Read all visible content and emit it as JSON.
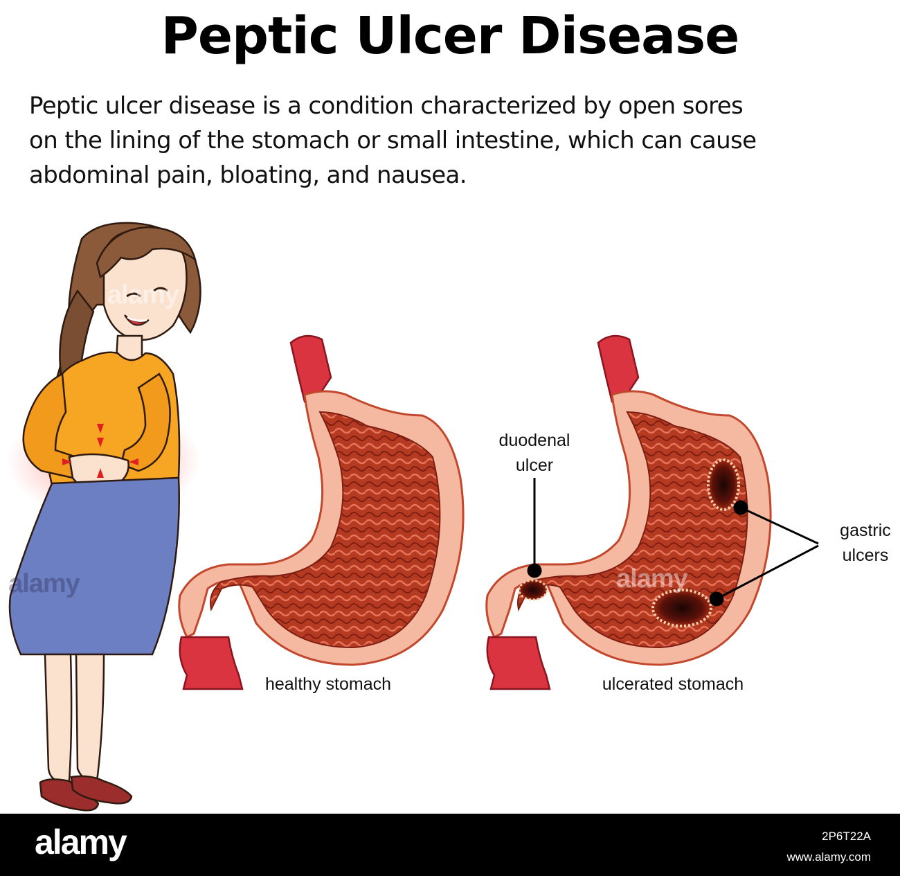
{
  "title": "Peptic Ulcer Disease",
  "description": {
    "lines": [
      "Peptic ulcer disease is a condition characterized by open sores",
      "on the lining of the stomach or small intestine, which can cause",
      "abdominal pain, bloating, and nausea."
    ]
  },
  "labels": {
    "healthy": "healthy stomach",
    "ulcerated": "ulcerated stomach",
    "duodenal": [
      "duodenal",
      "ulcer"
    ],
    "gastric": [
      "gastric",
      "ulcers"
    ]
  },
  "watermarks": {
    "brand": "alamy"
  },
  "footer": {
    "logo": "alamy",
    "image_id": "2P6T22A",
    "site": "www.alamy.com"
  },
  "colors": {
    "stomach_outer": "#f4b9a0",
    "stomach_inner": "#b83a22",
    "esophagus": "#d9343f",
    "shirt": "#f6a623",
    "skirt": "#6c7fc2",
    "hair": "#8b5a3a",
    "pain_glow": "#f05050"
  }
}
